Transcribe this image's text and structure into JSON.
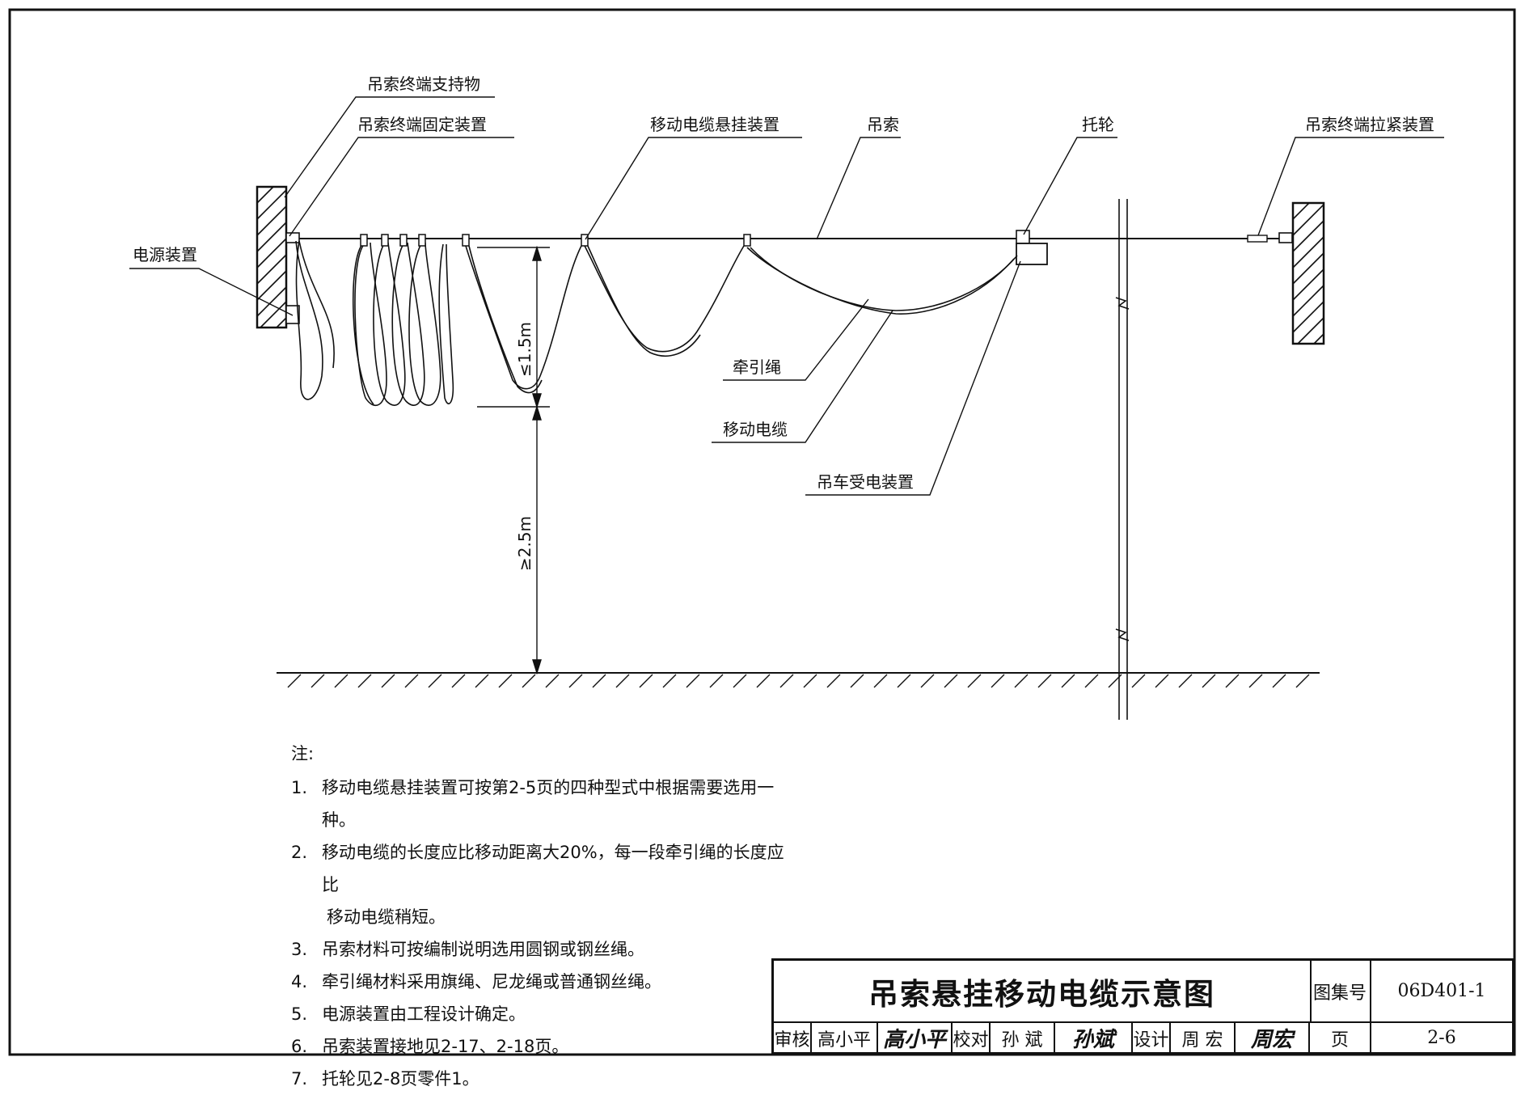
{
  "labels": {
    "terminal_support": "吊索终端支持物",
    "terminal_fixing": "吊索终端固定装置",
    "power_device": "电源装置",
    "cable_hanger": "移动电缆悬挂装置",
    "suspension_cable": "吊索",
    "support_wheel": "托轮",
    "terminal_tensioner": "吊索终端拉紧装置",
    "traction_rope": "牵引绳",
    "moving_cable": "移动电缆",
    "crane_collector": "吊车受电装置"
  },
  "dimensions": {
    "sag": "≤1.5m",
    "clearance": "≥2.5m"
  },
  "notes": {
    "title": "注:",
    "items": [
      {
        "num": "1.",
        "text": "移动电缆悬挂装置可按第2-5页的四种型式中根据需要选用一种。"
      },
      {
        "num": "2.",
        "text": "移动电缆的长度应比移动距离大20%，每一段牵引绳的长度应比"
      },
      {
        "num": "",
        "text": "移动电缆稍短。"
      },
      {
        "num": "3.",
        "text": "吊索材料可按编制说明选用圆钢或钢丝绳。"
      },
      {
        "num": "4.",
        "text": "牵引绳材料采用旗绳、尼龙绳或普通钢丝绳。"
      },
      {
        "num": "5.",
        "text": "电源装置由工程设计确定。"
      },
      {
        "num": "6.",
        "text": "吊索装置接地见2-17、2-18页。"
      },
      {
        "num": "7.",
        "text": "托轮见2-8页零件1。"
      }
    ]
  },
  "title_block": {
    "title": "吊索悬挂移动电缆示意图",
    "atlas_label": "图集号",
    "atlas_no": "06D401-1",
    "review_label": "审核",
    "reviewer": "高小平",
    "reviewer_sig": "高小平",
    "check_label": "校对",
    "checker": "孙  斌",
    "checker_sig": "孙斌",
    "design_label": "设计",
    "designer": "周  宏",
    "designer_sig": "周宏",
    "page_label": "页",
    "page_no": "2-6"
  }
}
